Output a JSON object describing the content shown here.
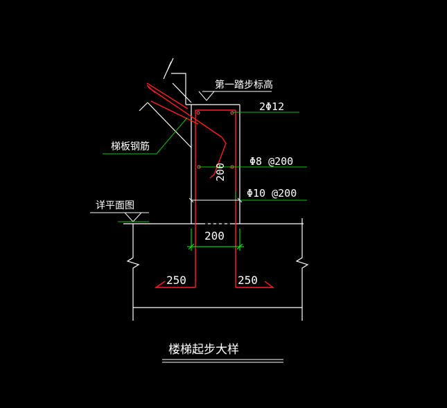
{
  "drawing": {
    "title": "楼梯起步大样",
    "labels": {
      "first_step_elevation": "第一踏步标高",
      "stair_slab_rebar": "梯板钢筋",
      "see_plan": "详平面图",
      "rebar_top": "2Φ12",
      "rebar_stirrup": "Φ8 @200",
      "rebar_vertical": "Φ10 @200",
      "dim_height": "200",
      "dim_width": "200",
      "dim_left": "250",
      "dim_right": "250"
    },
    "colors": {
      "background": "#000000",
      "outline": "#ffffff",
      "rebar": "#ff2020",
      "leader": "#00c800",
      "dimension": "#00ff00"
    }
  }
}
